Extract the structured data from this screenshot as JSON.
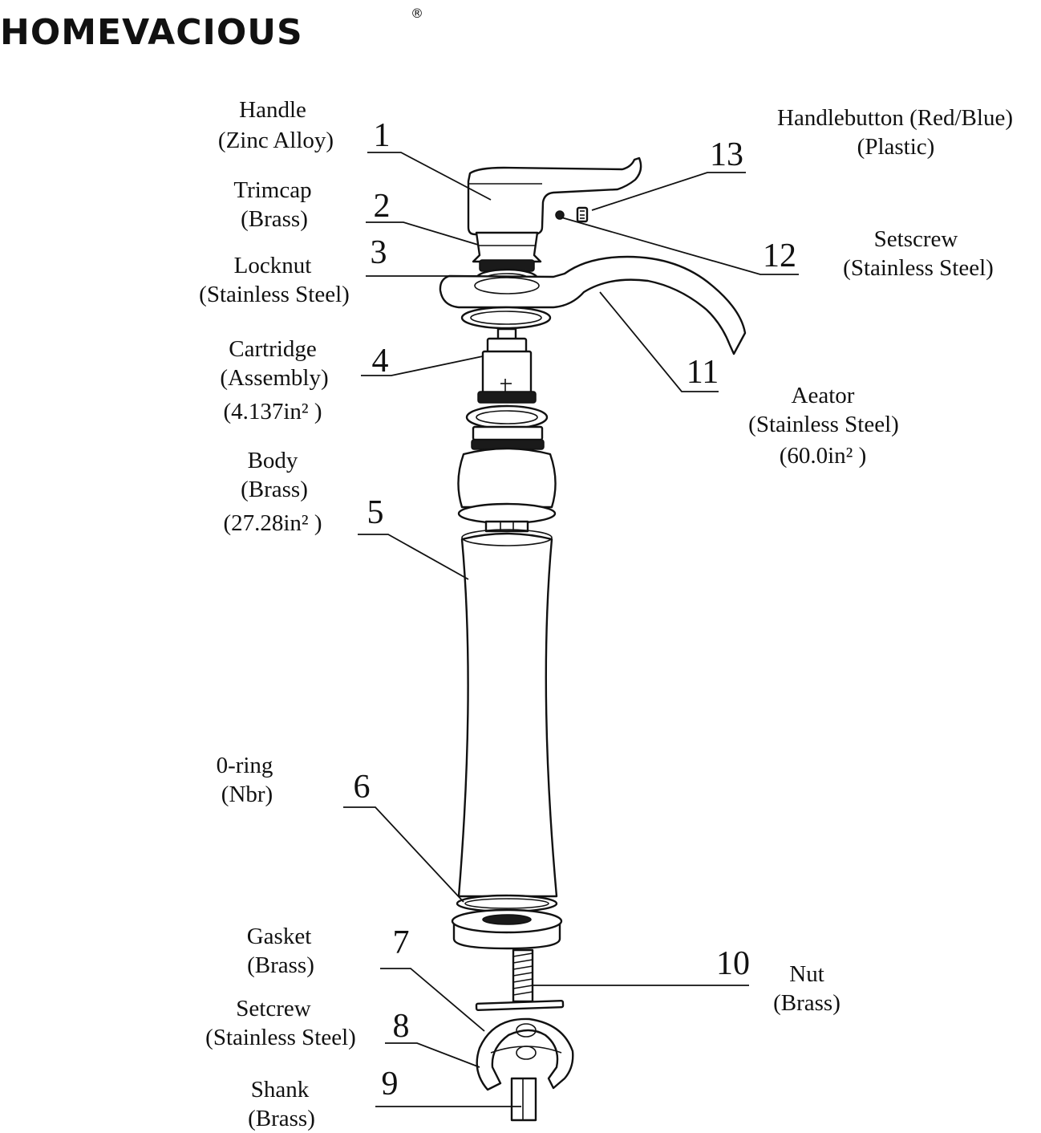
{
  "brand": {
    "name": "HOMEVACIOUS",
    "registered": "®"
  },
  "parts": [
    {
      "number": "1",
      "name": "Handle",
      "material": "(Zinc Alloy)",
      "area": ""
    },
    {
      "number": "2",
      "name": "Trimcap",
      "material": "(Brass)",
      "area": ""
    },
    {
      "number": "3",
      "name": "Locknut",
      "material": "(Stainless Steel)",
      "area": ""
    },
    {
      "number": "4",
      "name": "Cartridge",
      "material": "(Assembly)",
      "area": "(4.137in² )"
    },
    {
      "number": "5",
      "name": "Body",
      "material": "(Brass)",
      "area": "(27.28in² )"
    },
    {
      "number": "6",
      "name": "0-ring",
      "material": "(Nbr)",
      "area": ""
    },
    {
      "number": "7",
      "name": "Gasket",
      "material": "(Brass)",
      "area": ""
    },
    {
      "number": "8",
      "name": "Setcrew",
      "material": "(Stainless Steel)",
      "area": ""
    },
    {
      "number": "9",
      "name": "Shank",
      "material": "(Brass)",
      "area": ""
    },
    {
      "number": "10",
      "name": "Nut",
      "material": "(Brass)",
      "area": ""
    },
    {
      "number": "11",
      "name": "Aeator",
      "material": "(Stainless Steel)",
      "area": "(60.0in² )"
    },
    {
      "number": "12",
      "name": "Setscrew",
      "material": "(Stainless Steel)",
      "area": ""
    },
    {
      "number": "13",
      "name": "Handlebutton (Red/Blue)",
      "material": "(Plastic)",
      "area": ""
    }
  ]
}
